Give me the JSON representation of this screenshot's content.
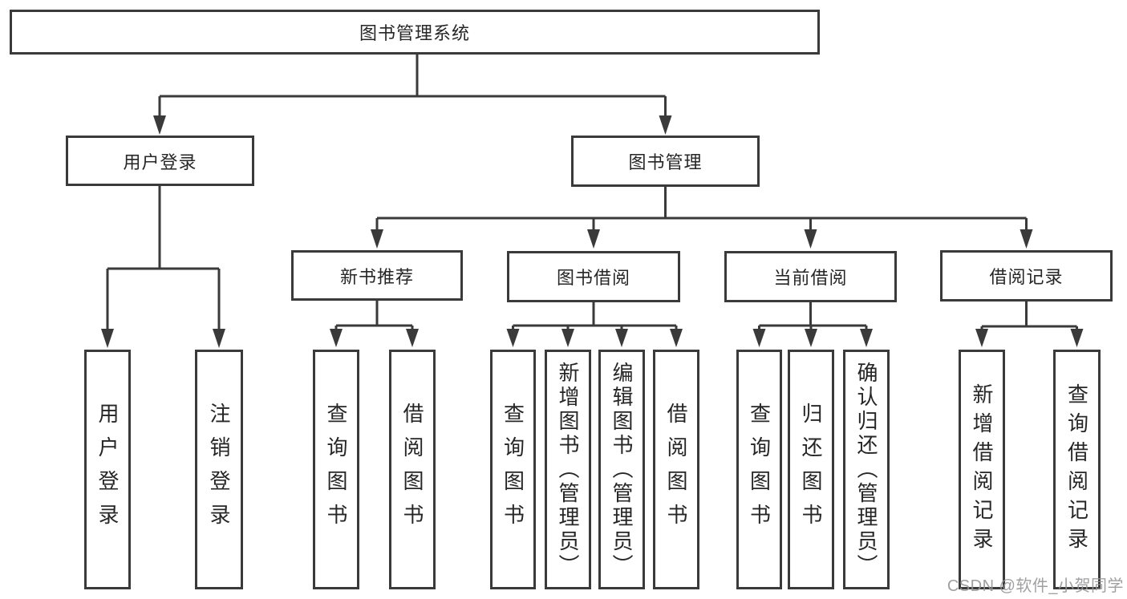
{
  "diagram": {
    "root": "图书管理系统",
    "level1": [
      {
        "label": "用户登录",
        "children": [
          "用户登录",
          "注销登录"
        ]
      },
      {
        "label": "图书管理"
      }
    ],
    "level2": [
      {
        "label": "新书推荐",
        "children": [
          "查询图书",
          "借阅图书"
        ]
      },
      {
        "label": "图书借阅",
        "children": [
          "查询图书",
          "新增图书（管理员）",
          "编辑图书（管理员）",
          "借阅图书"
        ]
      },
      {
        "label": "当前借阅",
        "children": [
          "查询图书",
          "归还图书",
          "确认归还（管理员）"
        ]
      },
      {
        "label": "借阅记录",
        "children": [
          "新增借阅记录",
          "查询借阅记录"
        ]
      }
    ]
  },
  "colors": {
    "line": "#3a3a3a",
    "text": "#262626",
    "watermark": "#969698"
  },
  "watermark": {
    "text": "CSDN @软件_小贺同学"
  }
}
